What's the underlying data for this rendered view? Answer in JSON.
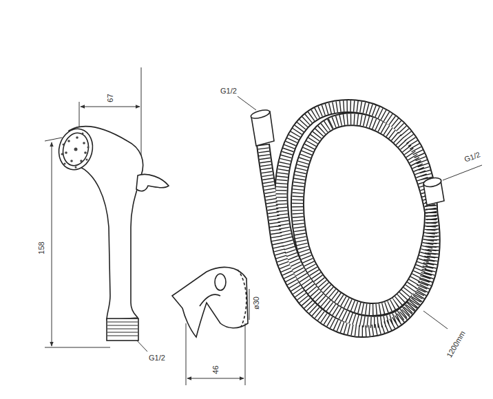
{
  "diagram": {
    "labels": [
      "67",
      "158",
      "G1/2",
      "G1/2",
      "G1/2",
      "ø30",
      "46",
      "1200mm"
    ]
  }
}
